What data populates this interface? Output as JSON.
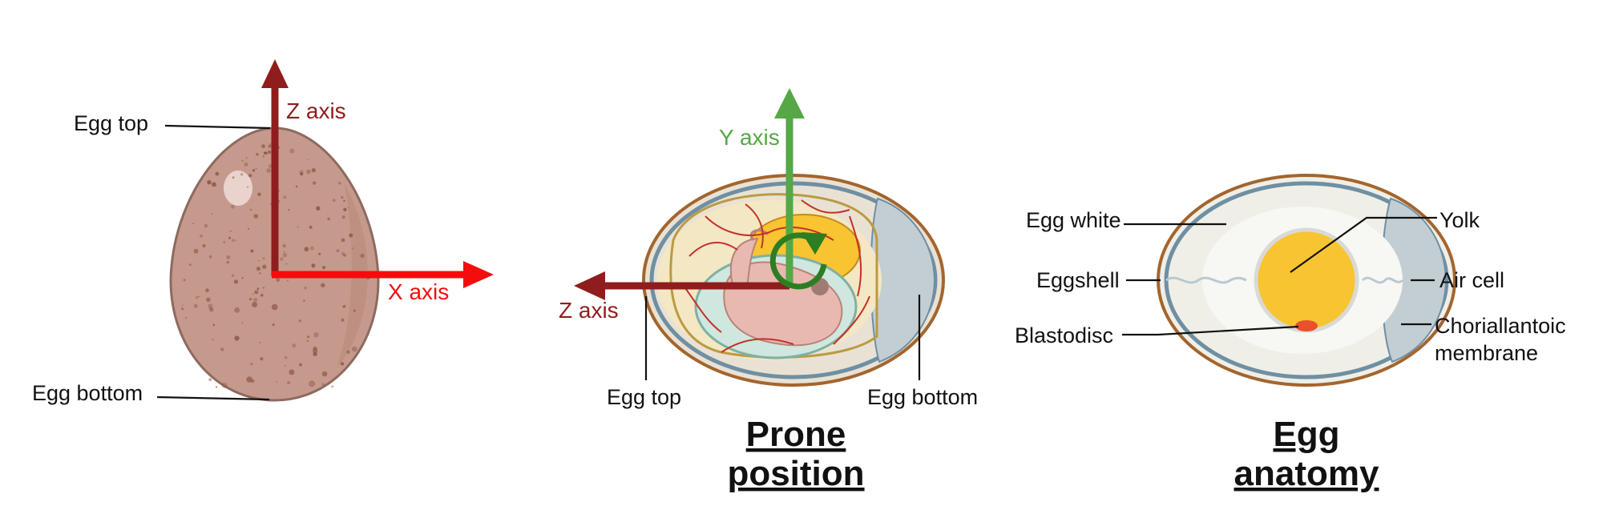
{
  "colors": {
    "z_axis": "#8f1d1d",
    "x_axis": "#f40d0d",
    "y_axis": "#55a845",
    "rotation": "#2d7d23",
    "eggshell_brown": "#c59a8d",
    "speckle": "#8b5548",
    "yolk": "#f8c431",
    "shell_outline": "#a3652e",
    "membrane_blue": "#6f8fa3",
    "air_cell": "#c3ced3",
    "egg_white": "#efefe8"
  },
  "panel_left": {
    "z_axis_label": "Z axis",
    "x_axis_label": "X axis",
    "egg_top_label": "Egg top",
    "egg_bottom_label": "Egg bottom"
  },
  "panel_middle": {
    "y_axis_label": "Y axis",
    "z_axis_label": "Z axis",
    "egg_top_label": "Egg top",
    "egg_bottom_label": "Egg bottom",
    "title_line1": "Prone",
    "title_line2": "position"
  },
  "panel_right": {
    "labels": {
      "egg_white": "Egg white",
      "eggshell": "Eggshell",
      "blastodisc": "Blastodisc",
      "yolk": "Yolk",
      "air_cell": "Air cell",
      "chorioallantoic_line1": "Choriallantoic",
      "chorioallantoic_line2": "membrane"
    },
    "title_line1": "Egg",
    "title_line2": "anatomy"
  }
}
